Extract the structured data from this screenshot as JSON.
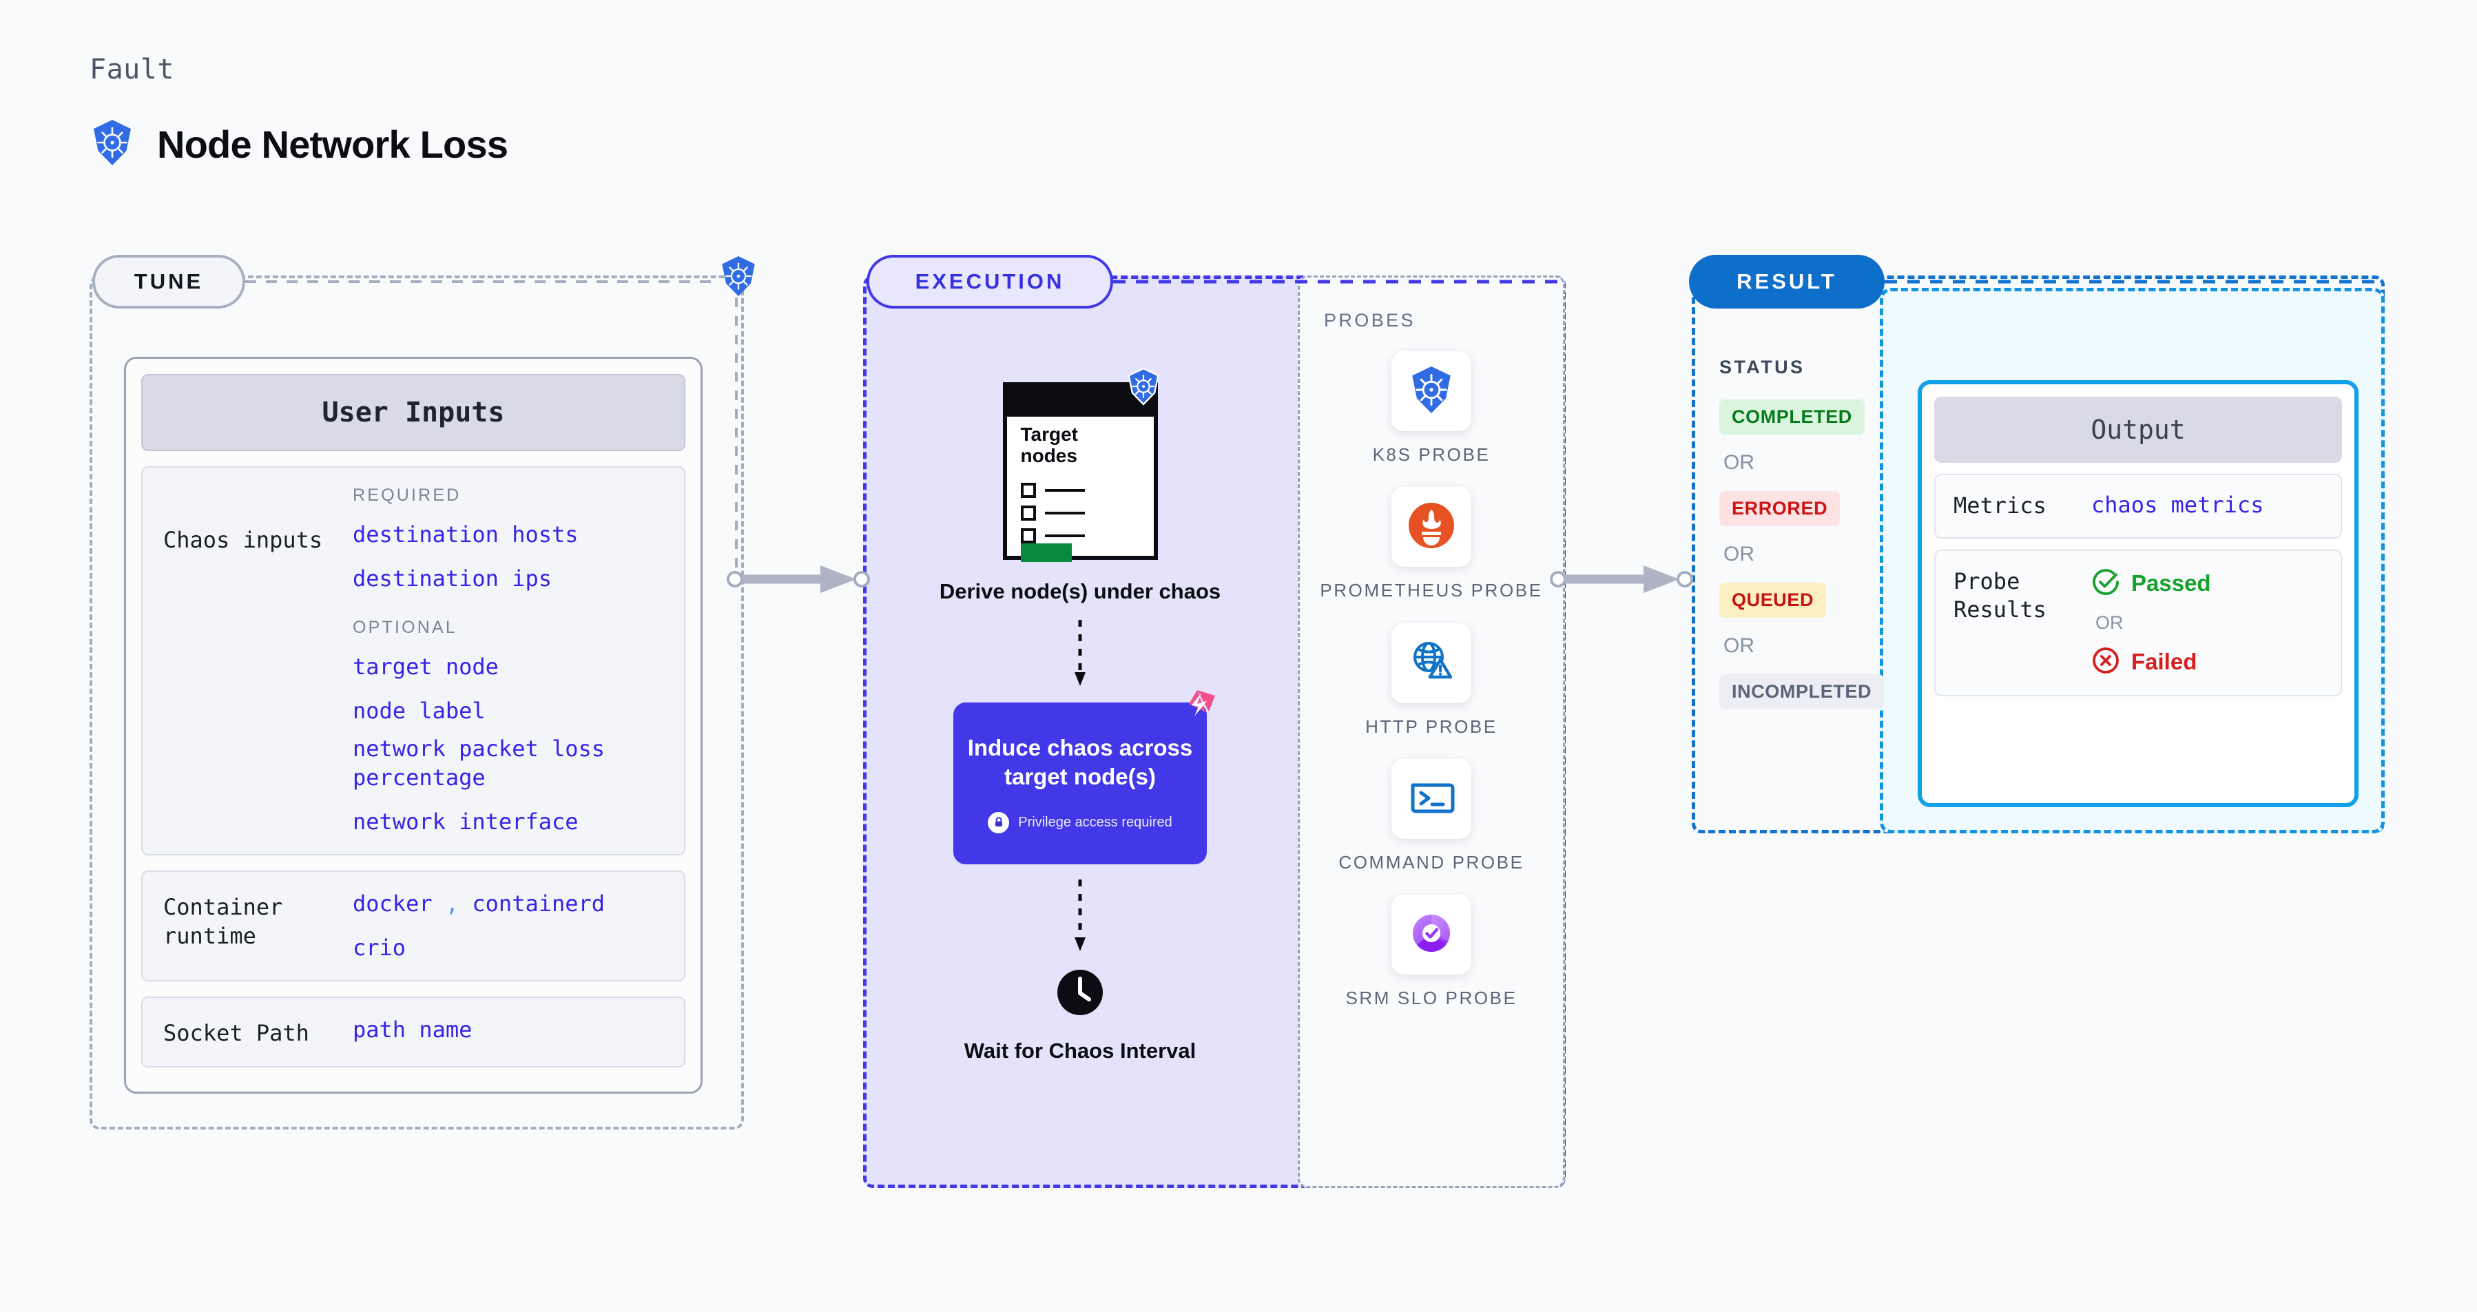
{
  "header": {
    "eyebrow": "Fault",
    "title": "Node Network Loss",
    "logo_icon": "kubernetes-icon"
  },
  "stages": {
    "tune": {
      "label": "TUNE"
    },
    "execution": {
      "label": "EXECUTION"
    },
    "result": {
      "label": "RESULT"
    }
  },
  "tune": {
    "card_title": "User Inputs",
    "sections": [
      {
        "label": "Chaos inputs",
        "groups": [
          {
            "heading": "REQUIRED",
            "items": [
              "destination hosts",
              "destination ips"
            ]
          },
          {
            "heading": "OPTIONAL",
            "items": [
              "target node",
              "node label",
              "network packet loss percentage",
              "network interface"
            ]
          }
        ]
      }
    ],
    "runtime": {
      "label": "Container runtime",
      "value_1": "docker",
      "separator": ",",
      "value_2": "containerd",
      "value_3": "crio"
    },
    "socket": {
      "label": "Socket Path",
      "value": "path name"
    }
  },
  "execution": {
    "derive": {
      "doc_title": "Target nodes",
      "caption": "Derive node(s) under chaos",
      "badge_icon": "kubernetes-icon"
    },
    "chaos": {
      "title": "Induce chaos across target node(s)",
      "note": "Privilege access required",
      "note_icon": "lock-icon",
      "corner_icon": "litmus-chaos-icon",
      "color": "#4338e8"
    },
    "wait": {
      "caption": "Wait for Chaos Interval",
      "icon": "clock-icon"
    }
  },
  "probes": {
    "title": "PROBES",
    "items": [
      {
        "name": "K8S PROBE",
        "icon": "kubernetes-icon"
      },
      {
        "name": "PROMETHEUS PROBE",
        "icon": "prometheus-icon"
      },
      {
        "name": "HTTP PROBE",
        "icon": "globe-warning-icon"
      },
      {
        "name": "COMMAND PROBE",
        "icon": "terminal-icon"
      },
      {
        "name": "SRM SLO PROBE",
        "icon": "srm-slo-icon"
      }
    ]
  },
  "result": {
    "status_title": "STATUS",
    "or_text": "OR",
    "statuses": [
      {
        "label": "COMPLETED",
        "color": "#0a7a1d",
        "bg": "#d9f5dd"
      },
      {
        "label": "ERRORED",
        "color": "#cc1414",
        "bg": "#fde3e3"
      },
      {
        "label": "QUEUED",
        "color": "#c51313",
        "bg": "#fcefc2"
      },
      {
        "label": "INCOMPLETED",
        "color": "#5a6377",
        "bg": "#eceef3"
      }
    ],
    "output": {
      "title": "Output",
      "metrics_label": "Metrics",
      "metrics_value": "chaos metrics",
      "probe_label": "Probe Results",
      "passed_label": "Passed",
      "failed_label": "Failed",
      "or_text": "OR",
      "passed_icon": "check-circle-icon",
      "failed_icon": "x-circle-icon"
    }
  }
}
